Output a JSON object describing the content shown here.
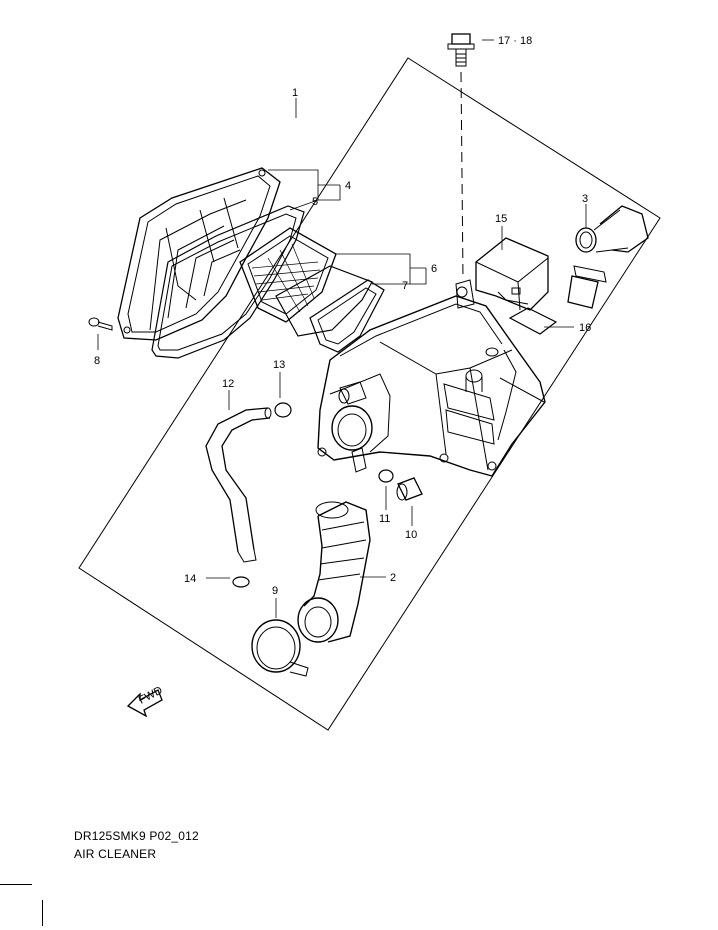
{
  "diagram": {
    "code": "DR125SMK9 P02_012",
    "title": "AIR CLEANER",
    "fwd_label": "FWD",
    "callouts": {
      "c1": "1",
      "c2": "2",
      "c3": "3",
      "c4": "4",
      "c5": "5",
      "c6": "6",
      "c7": "7",
      "c8": "8",
      "c9": "9",
      "c10": "10",
      "c11": "11",
      "c12": "12",
      "c13": "13",
      "c14": "14",
      "c15": "15",
      "c16": "16",
      "c1718": "17 · 18"
    }
  }
}
